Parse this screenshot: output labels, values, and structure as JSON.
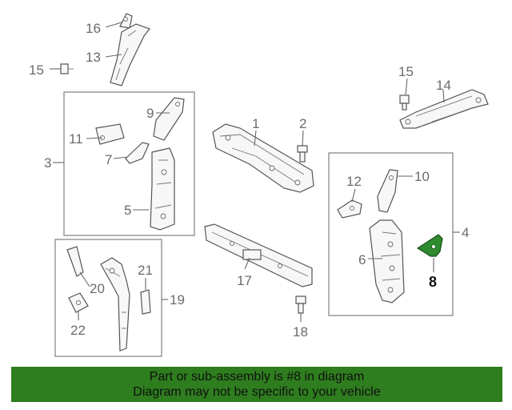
{
  "callouts": {
    "c1": "1",
    "c2": "2",
    "c3": "3",
    "c4": "4",
    "c5": "5",
    "c6": "6",
    "c7": "7",
    "c8": "8",
    "c9": "9",
    "c10": "10",
    "c11": "11",
    "c12": "12",
    "c13": "13",
    "c14": "14",
    "c15a": "15",
    "c15b": "15",
    "c16": "16",
    "c17": "17",
    "c18": "18",
    "c19": "19",
    "c20": "20",
    "c21": "21",
    "c22": "22"
  },
  "highlight": {
    "part_number": "8",
    "color": "#2e8b2e"
  },
  "banner": {
    "line1": "Part or sub-assembly is #8 in diagram",
    "line2": "Diagram may not be specific to your vehicle",
    "background": "#2e7d1e"
  }
}
